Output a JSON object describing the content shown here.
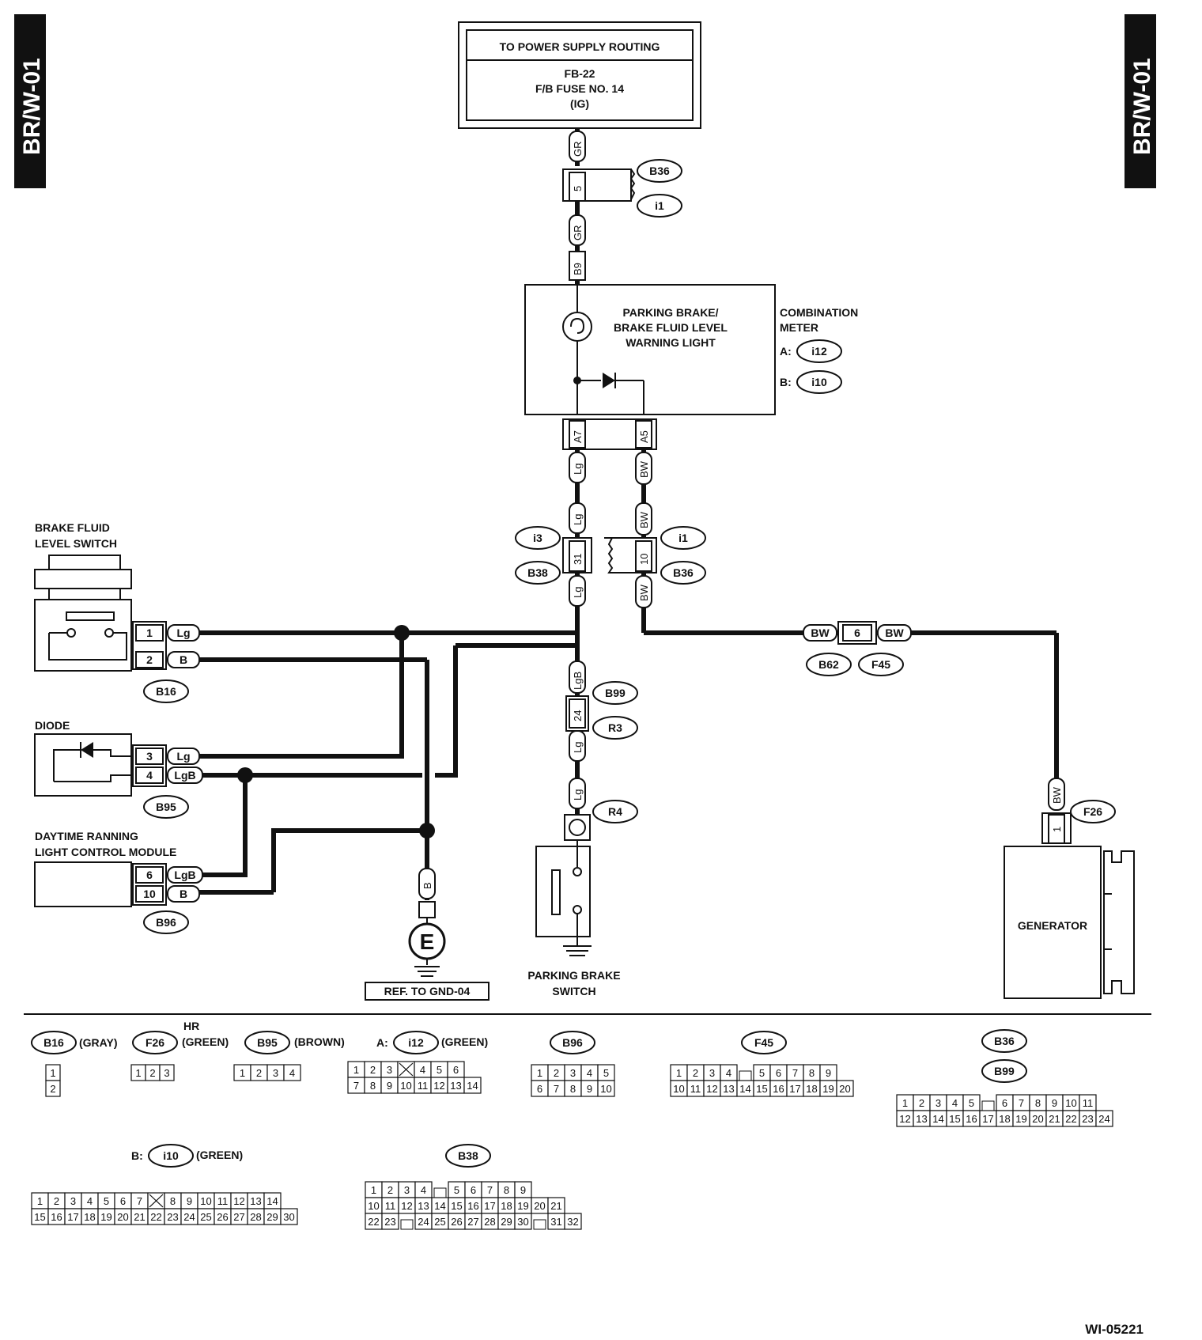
{
  "page_tab_left": "BR/W-01",
  "page_tab_right": "BR/W-01",
  "figure_id": "WI-05221",
  "power_box": {
    "header": "TO POWER SUPPLY ROUTING",
    "line1": "FB-22",
    "line2": "F/B FUSE NO. 14",
    "line3": "(IG)"
  },
  "meter": {
    "label_line1": "PARKING BRAKE/",
    "label_line2": "BRAKE FLUID LEVEL",
    "label_line3": "WARNING LIGHT",
    "name_line1": "COMBINATION",
    "name_line2": "METER",
    "conn_a_prefix": "A:",
    "conn_a": "i12",
    "conn_b_prefix": "B:",
    "conn_b": "i10",
    "pin_a7": "A7",
    "pin_a5": "A5"
  },
  "wires": {
    "gr": "GR",
    "b9": "B9",
    "lg": "Lg",
    "bw": "BW",
    "b": "B",
    "lgb": "LgB"
  },
  "connectors": {
    "b36": "B36",
    "i1": "i1",
    "i3": "i3",
    "b38": "B38",
    "b16": "B16",
    "b95": "B95",
    "b96": "B96",
    "b99": "B99",
    "r3": "R3",
    "r4": "R4",
    "b62": "B62",
    "f45": "F45",
    "f26": "F26"
  },
  "pins": {
    "p5": "5",
    "p31": "31",
    "p10": "10",
    "p24": "24",
    "p6": "6",
    "p1": "1",
    "p2": "2",
    "p3": "3",
    "p4": "4",
    "p6b": "6",
    "p10b": "10",
    "f26_1": "1"
  },
  "components": {
    "brake_fluid_1": "BRAKE FLUID",
    "brake_fluid_2": "LEVEL SWITCH",
    "diode": "DIODE",
    "drl_1": "DAYTIME RANNING",
    "drl_2": "LIGHT CONTROL MODULE",
    "ground": "E",
    "ground_ref": "REF. TO GND-04",
    "pbs_1": "PARKING BRAKE",
    "pbs_2": "SWITCH",
    "generator": "GENERATOR"
  },
  "legend": {
    "b16": "B16",
    "b16_color": "(GRAY)",
    "f26": "F26",
    "f26_hr": "HR",
    "f26_color": "(GREEN)",
    "b95": "B95",
    "b95_color": "(BROWN)",
    "i12_prefix": "A:",
    "i12": "i12",
    "i12_color": "(GREEN)",
    "b96": "B96",
    "f45": "F45",
    "b36": "B36",
    "b99": "B99",
    "i10_prefix": "B:",
    "i10": "i10",
    "i10_color": "(GREEN)",
    "b38": "B38"
  },
  "pin_grids": {
    "b16": [
      [
        "1"
      ],
      [
        "2"
      ]
    ],
    "f26": [
      [
        "1",
        "2",
        "3"
      ]
    ],
    "b95": [
      [
        "1",
        "2",
        "3",
        "4"
      ]
    ],
    "i12": [
      [
        "1",
        "2",
        "3",
        "X",
        "4",
        "5",
        "6"
      ],
      [
        "7",
        "8",
        "9",
        "10",
        "11",
        "12",
        "13",
        "14"
      ]
    ],
    "b96": [
      [
        "1",
        "2",
        "3",
        "4",
        "5"
      ],
      [
        "6",
        "7",
        "8",
        "9",
        "10"
      ]
    ],
    "f45": [
      [
        "1",
        "2",
        "3",
        "4",
        "",
        "5",
        "6",
        "7",
        "8",
        "9"
      ],
      [
        "10",
        "11",
        "12",
        "13",
        "14",
        "15",
        "16",
        "17",
        "18",
        "19",
        "20"
      ]
    ],
    "b36": [
      [
        "1",
        "2",
        "3",
        "4",
        "5",
        "",
        "6",
        "7",
        "8",
        "9",
        "10",
        "11"
      ],
      [
        "12",
        "13",
        "14",
        "15",
        "16",
        "17",
        "18",
        "19",
        "20",
        "21",
        "22",
        "23",
        "24"
      ]
    ],
    "i10": [
      [
        "1",
        "2",
        "3",
        "4",
        "5",
        "6",
        "7",
        "X",
        "8",
        "9",
        "10",
        "11",
        "12",
        "13",
        "14"
      ],
      [
        "15",
        "16",
        "17",
        "18",
        "19",
        "20",
        "21",
        "22",
        "23",
        "24",
        "25",
        "26",
        "27",
        "28",
        "29",
        "30"
      ]
    ],
    "b38": [
      [
        "1",
        "2",
        "3",
        "4",
        "",
        "5",
        "6",
        "7",
        "8",
        "9"
      ],
      [
        "10",
        "11",
        "12",
        "13",
        "14",
        "15",
        "16",
        "17",
        "18",
        "19",
        "20",
        "21"
      ],
      [
        "22",
        "23",
        "",
        "24",
        "25",
        "26",
        "27",
        "28",
        "29",
        "30",
        "",
        "31",
        "32"
      ]
    ]
  }
}
